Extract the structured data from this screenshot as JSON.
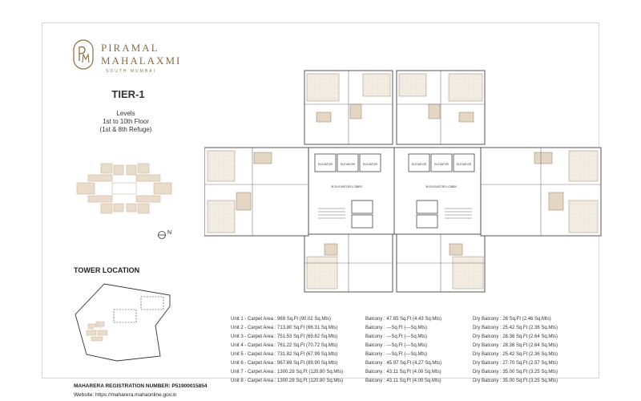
{
  "brand": {
    "line1": "PIRAMAL",
    "line2": "MAHALAXMI",
    "tagline": "SOUTH MUMBAI",
    "accent": "#8a6f3e"
  },
  "tier": "TIER-1",
  "levels": {
    "line1": "Levels",
    "line2": "1st to 10th Floor",
    "line3": "(1st & 8th Refuge)"
  },
  "compass": "N",
  "tower_location": "TOWER LOCATION",
  "plan_labels": {
    "elevator": "ELEVATOR",
    "lobby_left": "B ELEVATOR LOBBY",
    "lobby_right": "B ELEVATOR LOBBY"
  },
  "units": [
    {
      "unit": "Unit 1 - Carpet Area : 969 Sq.Ft (90.02 Sq.Mts)",
      "balcony": "Balcony : 47.65 Sq.Ft (4.43 Sq.Mts)",
      "dry": "Dry Balcony : 26 Sq.Ft (2.46 Sq.Mts)"
    },
    {
      "unit": "Unit 2 - Carpet Area : 713.80 Sq.Ft (66.31 Sq.Mts)",
      "balcony": "Balcony : ---Sq.Ft (---Sq.Mts)",
      "dry": "Dry Balcony : 25.42 Sq.Ft (2.36 Sq.Mts)"
    },
    {
      "unit": "Unit 3 - Carpet Area : 751.53 Sq.Ft (69.82 Sq.Mts)",
      "balcony": "Balcony : ---Sq.Ft (---Sq.Mts)",
      "dry": "Dry Balcony : 28.38 Sq.Ft (2.64 Sq.Mts)"
    },
    {
      "unit": "Unit 4 - Carpet Area : 761.22 Sq.Ft (70.72 Sq.Mts)",
      "balcony": "Balcony : ---Sq.Ft (---Sq.Mts)",
      "dry": "Dry Balcony : 28.38 Sq.Ft (2.64 Sq.Mts)"
    },
    {
      "unit": "Unit 5 - Carpet Area : 731.82 Sq.Ft (67.99 Sq.Mts)",
      "balcony": "Balcony : ---Sq.Ft (---Sq.Mts)",
      "dry": "Dry Balcony : 25.42 Sq.Ft (2.36 Sq.Mts)"
    },
    {
      "unit": "Unit 6 - Carpet Area : 967.69 Sq.Ft (89.90 Sq.Mts)",
      "balcony": "Balcony : 45.97 Sq.Ft (4.27 Sq.Mts)",
      "dry": "Dry Balcony : 27.70 Sq.Ft (2.57 Sq.Mts)"
    },
    {
      "unit": "Unit 7 - Carpet Area : 1300.28 Sq.Ft (120.80 Sq.Mts)",
      "balcony": "Balcony : 43.11 Sq.Ft (4.00 Sq.Mts)",
      "dry": "Dry Balcony : 35.00 Sq.Ft (3.25 Sq.Mts)"
    },
    {
      "unit": "Unit 8 - Carpet Area : 1300.28 Sq.Ft (120.80 Sq.Mts)",
      "balcony": "Balcony : 43.11 Sq.Ft (4.00 Sq.Mts)",
      "dry": "Dry Balcony : 35.00 Sq.Ft (3.25 Sq.Mts)"
    }
  ],
  "footer": {
    "registration": "MAHARERA REGISTRATION NUMBER: P51900015854",
    "website": "Website: https://maharera.mahaonline.gov.in"
  },
  "colors": {
    "tan": "#e9dccb",
    "tan_dark": "#cbb59a",
    "line": "#555555",
    "grey": "#bfbfbf"
  }
}
